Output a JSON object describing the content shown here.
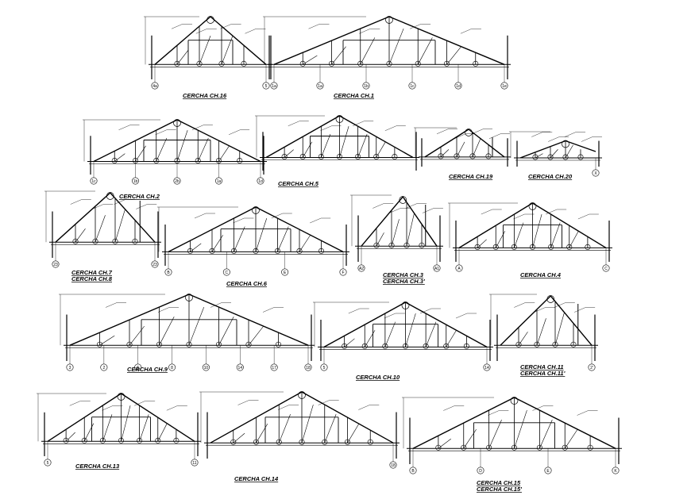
{
  "sheet": {
    "stroke_color": "#000000",
    "background": "#ffffff"
  },
  "trusses": [
    {
      "id": "ch16",
      "label": "CERCHA CH.16",
      "label2": "",
      "grid": [
        "4a",
        "5"
      ],
      "type": "sym"
    },
    {
      "id": "ch1",
      "label": "CERCHA CH.1",
      "label2": "",
      "grid": [
        "1a",
        "1a",
        "1b",
        "1c",
        "1d",
        "1e"
      ],
      "type": "wide"
    },
    {
      "id": "ch2",
      "label": "CERCHA CH.2",
      "label2": "",
      "grid": [
        "1c",
        "1b",
        "2b",
        "1a",
        "1d"
      ],
      "type": "wide"
    },
    {
      "id": "ch5",
      "label": "CERCHA CH.5",
      "label2": "",
      "grid": [],
      "type": "wide"
    },
    {
      "id": "ch19",
      "label": "CERCHA CH.19",
      "label2": "",
      "grid": [],
      "type": "half"
    },
    {
      "id": "ch20",
      "label": "CERCHA CH.20",
      "label2": "",
      "grid": [
        "X"
      ],
      "type": "low"
    },
    {
      "id": "ch7",
      "label": "CERCHA CH.7",
      "label2": "CERCHA CH.8",
      "grid": [
        "23",
        "23"
      ],
      "type": "half"
    },
    {
      "id": "ch6",
      "label": "CERCHA CH.6",
      "label2": "",
      "grid": [
        "B",
        "C",
        "E",
        "F"
      ],
      "type": "wide"
    },
    {
      "id": "ch3",
      "label": "CERCHA CH.3",
      "label2": "CERCHA CH.3'",
      "grid": [
        "A2",
        "A1"
      ],
      "type": "half"
    },
    {
      "id": "ch4",
      "label": "CERCHA CH.4",
      "label2": "",
      "grid": [
        "A",
        "C"
      ],
      "type": "wide"
    },
    {
      "id": "ch9",
      "label": "CERCHA CH.9",
      "label2": "",
      "grid": [
        "3",
        "2",
        "5",
        "8",
        "10",
        "14",
        "17",
        "18"
      ],
      "type": "wide"
    },
    {
      "id": "ch10",
      "label": "CERCHA CH.10",
      "label2": "",
      "grid": [
        "5",
        "14"
      ],
      "type": "wide"
    },
    {
      "id": "ch11",
      "label": "CERCHA CH.11",
      "label2": "CERCHA CH.11'",
      "grid": [
        "2'"
      ],
      "type": "half"
    },
    {
      "id": "ch13",
      "label": "CERCHA CH.13",
      "label2": "",
      "grid": [
        "5",
        "11"
      ],
      "type": "wide"
    },
    {
      "id": "ch14",
      "label": "CERCHA CH.14",
      "label2": "",
      "grid": [
        "18"
      ],
      "type": "wide"
    },
    {
      "id": "ch15",
      "label": "CERCHA CH.15",
      "label2": "CERCHA CH.15'",
      "grid": [
        "B",
        "D",
        "E",
        "K"
      ],
      "type": "wide"
    }
  ]
}
